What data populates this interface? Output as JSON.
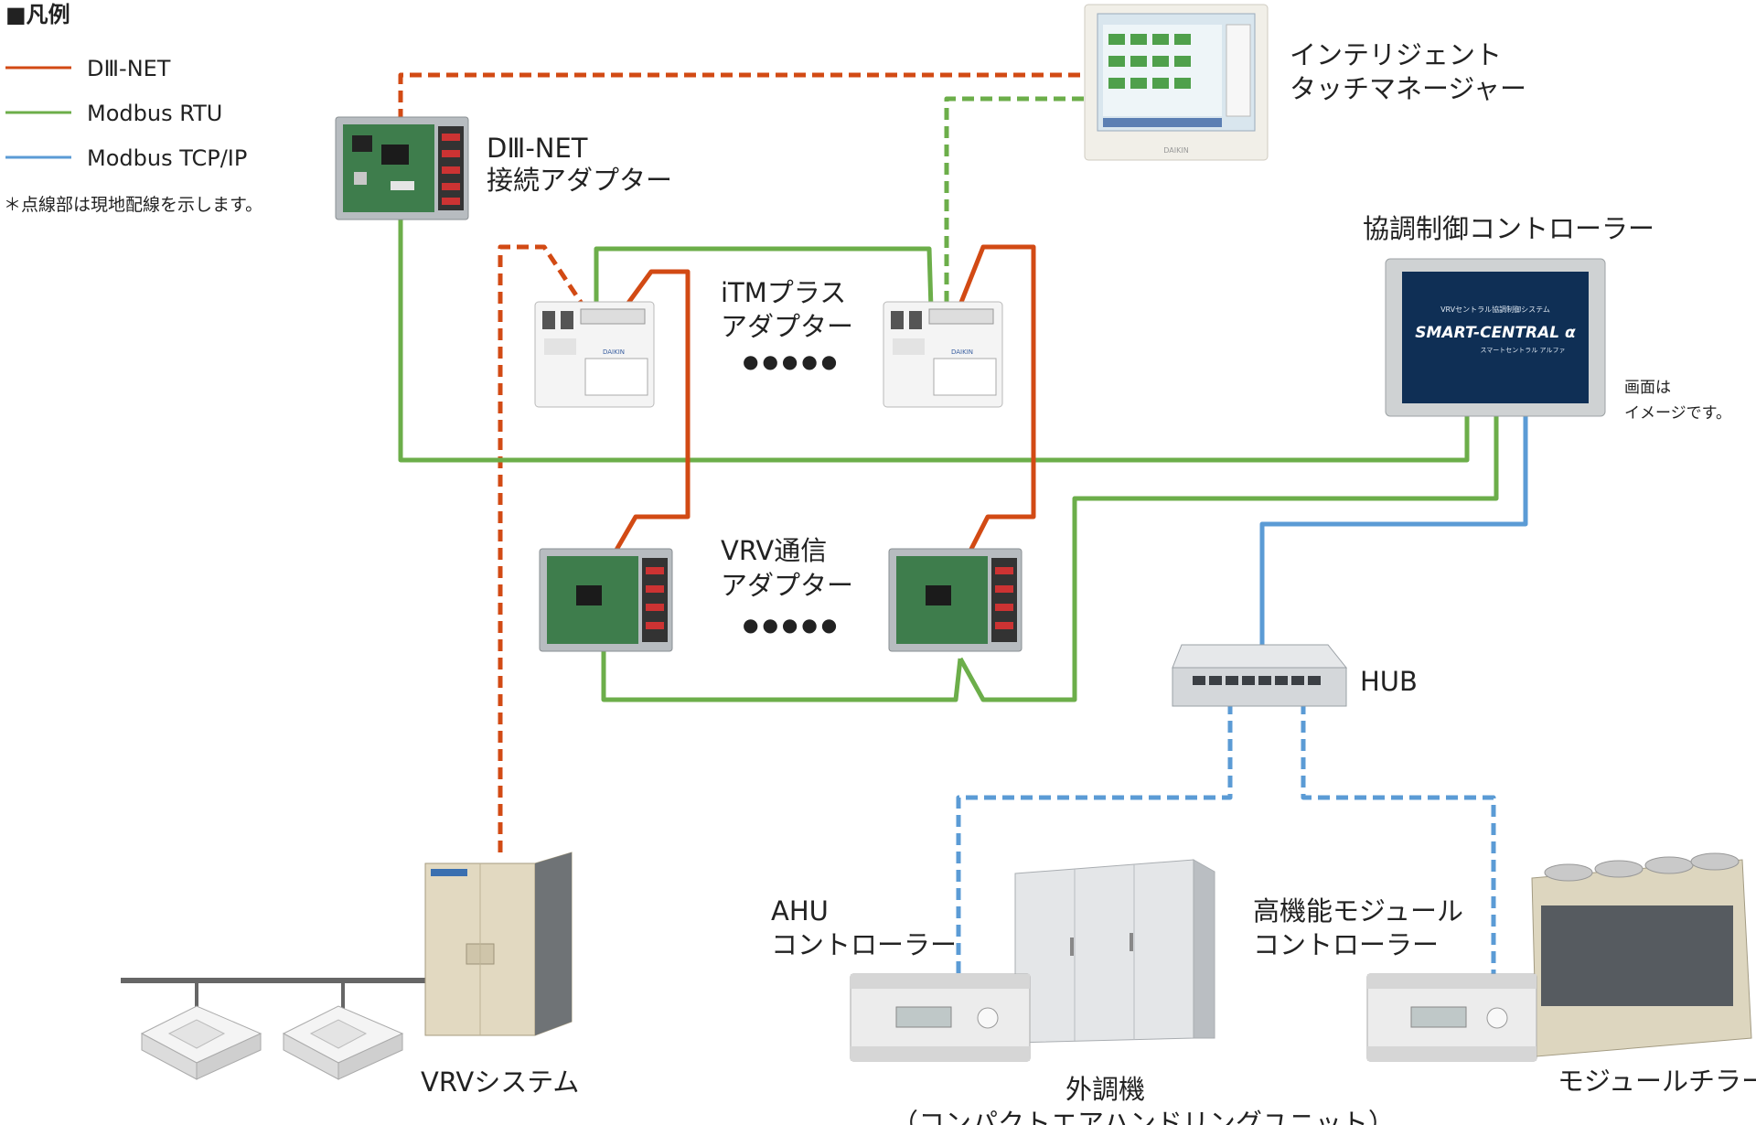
{
  "legend": {
    "title": "■凡例",
    "items": [
      {
        "label": "DⅢ-NET",
        "color": "#d24a14"
      },
      {
        "label": "Modbus RTU",
        "color": "#6cae4a"
      },
      {
        "label": "Modbus TCP/IP",
        "color": "#5b9bd5"
      }
    ],
    "note": "＊点線部は現地配線を示します。"
  },
  "devices": {
    "dnet_adapter": [
      "DⅢ-NET",
      "接続アダプター"
    ],
    "itm": [
      "インテリジェント",
      "タッチマネージャー"
    ],
    "coord_controller": "協調制御コントローラー",
    "screen_note": [
      "画面は",
      "イメージです。"
    ],
    "screen_text": [
      "VRVセントラル協調制御システム",
      "SMART-CENTRAL α",
      "スマートセントラル アルファ"
    ],
    "itm_plus": [
      "iTMプラス",
      "アダプター",
      "●●●●●"
    ],
    "vrv_comm": [
      "VRV通信",
      "アダプター",
      "●●●●●"
    ],
    "hub": "HUB",
    "ahu": [
      "AHU",
      "コントローラー"
    ],
    "module_ctrl": [
      "高機能モジュール",
      "コントローラー"
    ],
    "vrv_system": "VRVシステム",
    "outdoor_ac": [
      "外調機",
      "（コンパクトエアハンドリングユニット）"
    ],
    "module_chiller": "モジュールチラー",
    "brand": "DAIKIN"
  },
  "colors": {
    "dnet": "#d24a14",
    "rtu": "#6cae4a",
    "tcp": "#5b9bd5"
  }
}
